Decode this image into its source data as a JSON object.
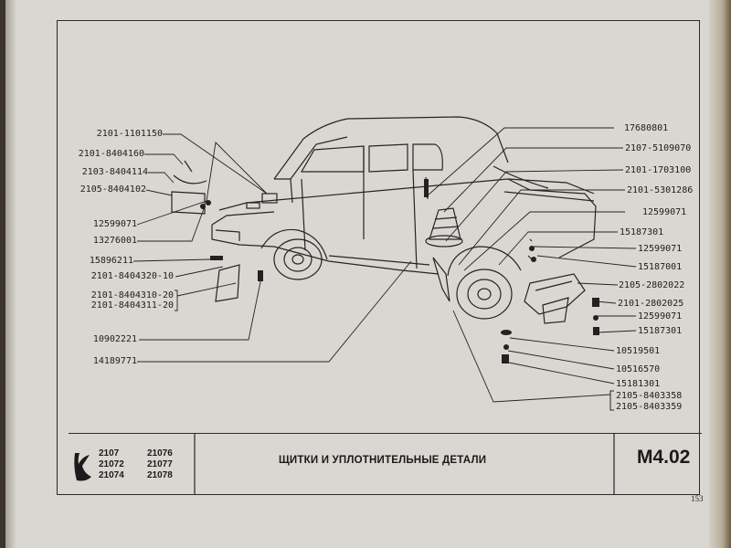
{
  "left_labels": [
    {
      "text": "2101-1101150"
    },
    {
      "text": "2101-8404160"
    },
    {
      "text": "2103-8404114"
    },
    {
      "text": "2105-8404102"
    },
    {
      "text": "12599071"
    },
    {
      "text": "13276001"
    },
    {
      "text": "15896211"
    },
    {
      "text": "2101-8404320-10"
    },
    {
      "text": "2101-8404310-20"
    },
    {
      "text": "2101-8404311-20"
    },
    {
      "text": "10902221"
    },
    {
      "text": "14189771"
    }
  ],
  "right_labels": [
    {
      "text": "17680801"
    },
    {
      "text": "2107-5109070"
    },
    {
      "text": "2101-1703100"
    },
    {
      "text": "2101-5301286"
    },
    {
      "text": "12599071"
    },
    {
      "text": "15187301"
    },
    {
      "text": "12599071"
    },
    {
      "text": "15187001"
    },
    {
      "text": "2105-2802022"
    },
    {
      "text": "2101-2802025"
    },
    {
      "text": "12599071"
    },
    {
      "text": "15187301"
    },
    {
      "text": "10519501"
    },
    {
      "text": "10516570"
    },
    {
      "text": "15181301"
    },
    {
      "text": "2105-8403358"
    },
    {
      "text": "2105-8403359"
    }
  ],
  "footer": {
    "models_col1": [
      "2107",
      "21072",
      "21074"
    ],
    "models_col2": [
      "21076",
      "21077",
      "21078"
    ],
    "title": "ЩИТКИ И УПЛОТНИТЕЛЬНЫЕ ДЕТАЛИ",
    "code": "M4.02",
    "page_number": "153"
  },
  "colors": {
    "paper": "#dad7d2",
    "ink": "#1d1d1d"
  }
}
